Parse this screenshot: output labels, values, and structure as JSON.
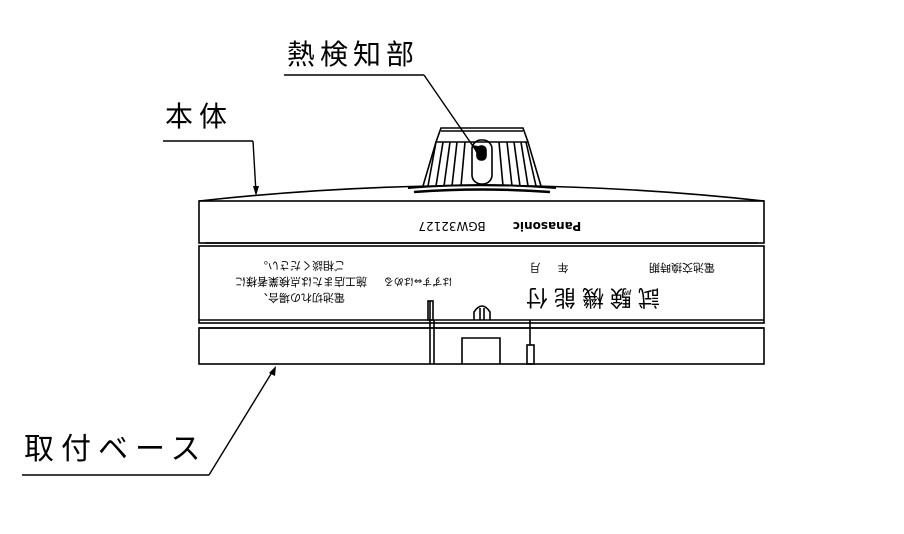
{
  "callouts": {
    "heat_sensor": "熱検知部",
    "body": "本体",
    "mounting_base": "取付ベース"
  },
  "device_labels": {
    "model": "BGW32127",
    "brand": "Panasonic",
    "battery_notice": "電池切れの場合、",
    "service_notice": "施工店または点検業者様に",
    "contact_notice": "ご相談ください。",
    "arrow_text": "はずす⇔はめる",
    "battery_replacement": "電池交換時期",
    "year": "年",
    "month": "月",
    "test_function": "試験機能付"
  }
}
